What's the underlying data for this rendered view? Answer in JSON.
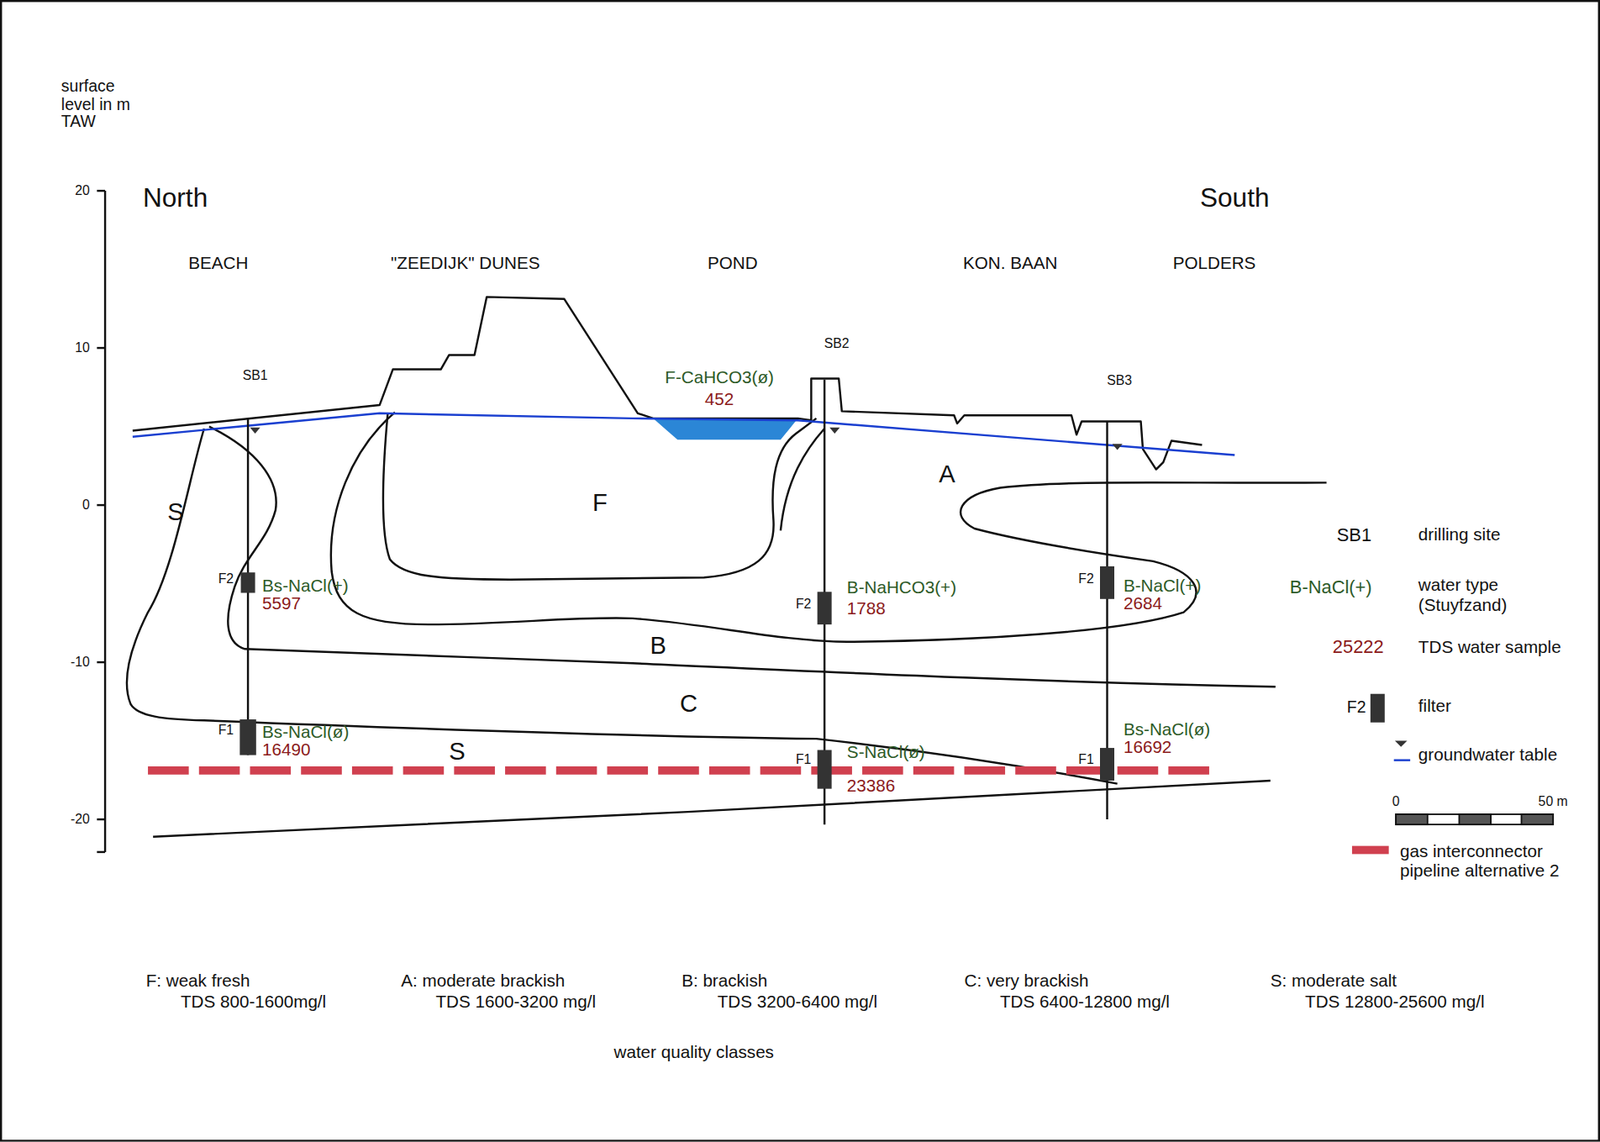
{
  "diagram": {
    "labels": [
      "surface level in m TAW",
      "20",
      "10",
      "0",
      "-10",
      "-20",
      "North",
      "South",
      "BEACH",
      "\"ZEEDIJK\" DUNES",
      "POND",
      "KON. BAAN",
      "POLDERS",
      "SB1",
      "SB2",
      "SB3",
      "F-CaHCO3(ø)",
      "452",
      "S",
      "F",
      "A",
      "B",
      "C",
      "S",
      "F2",
      "Bs-NaCl(+)",
      "5597",
      "F2",
      "B-NaHCO3(+)",
      "1788",
      "F2",
      "B-NaCl(+)",
      "2684",
      "F1",
      "Bs-NaCl(ø)",
      "16490",
      "F1",
      "S-NaCl(ø)",
      "23386",
      "F1",
      "Bs-NaCl(ø)",
      "16692",
      "SB1",
      "B-NaCl(+)",
      "25222",
      "F2",
      "0",
      "50 m",
      "F: weak fresh",
      "TDS 800-1600mg/l",
      "A: moderate brackish",
      "TDS 1600-3200 mg/l",
      "B: brackish",
      "TDS 3200-6400 mg/l",
      "C: very brackish",
      "TDS 6400-12800 mg/l",
      "S: moderate salt",
      "TDS 12800-25600 mg/l",
      "water quality classes"
    ],
    "legend": [
      {
        "text": "drilling site"
      },
      {
        "text": "water type (Stuyfzand)"
      },
      {
        "text": "TDS water sample"
      },
      {
        "text": "filter",
        "color": "#333333"
      },
      {
        "text": "groundwater table"
      },
      {
        "text": "gas interconnector pipeline alternative 2",
        "color": "#d0404f"
      }
    ]
  }
}
